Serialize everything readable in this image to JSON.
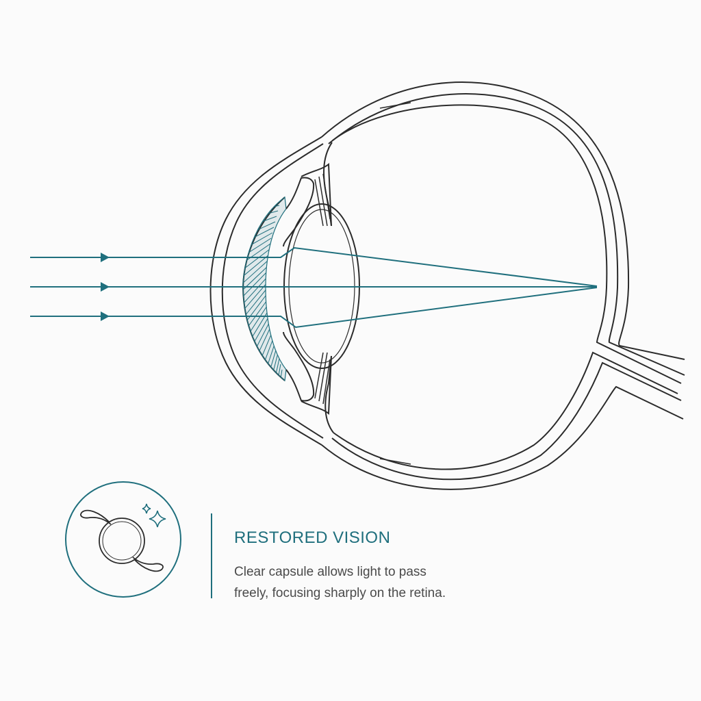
{
  "caption": {
    "title": "RESTORED VISION",
    "body_lines": [
      "Clear capsule allows light to pass",
      "freely, focusing sharply on the retina."
    ]
  },
  "colors": {
    "accent": "#1f6f7d",
    "outline": "#2b2b2b",
    "background": "#fbfbfb",
    "text": "#4a4a4a"
  },
  "icons": {
    "badge": "intraocular-lens-icon",
    "sparkle": "sparkle-icon"
  }
}
